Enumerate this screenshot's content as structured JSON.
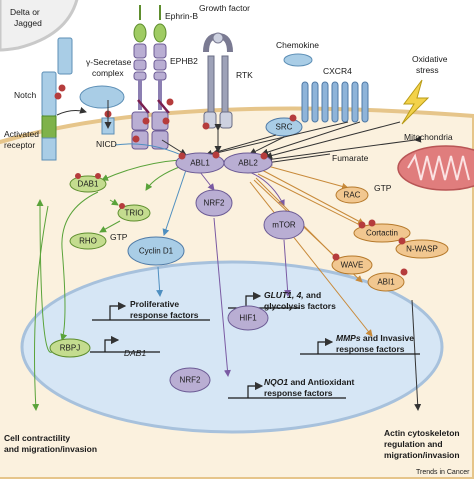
{
  "labels": {
    "delta_jagged": [
      "Delta or",
      "Jagged"
    ],
    "ephrin_b": "Ephrin-B",
    "growth_factor": "Growth factor",
    "chemokine": "Chemokine",
    "cxcr4": "CXCR4",
    "oxidative_stress": [
      "Oxidative",
      "stress"
    ],
    "gamma_secretase": [
      "γ-Secretase",
      "complex"
    ],
    "ephb2": "EPHB2",
    "rtk": "RTK",
    "notch": "Notch",
    "activated_receptor": [
      "Activated",
      "receptor"
    ],
    "nicd": "NICD",
    "src": "SRC",
    "mitochondria": "Mitochondria",
    "fumarate": "Fumarate",
    "gtp_rac": "GTP",
    "gtp_rho": "GTP",
    "cell_contractility": [
      "Cell contractility",
      "and migration/invasion"
    ],
    "actin": [
      "Actin cytoskeleton",
      "regulation and",
      "migration/invasion"
    ],
    "dab1_text": "DAB1",
    "proliferative": [
      "Proliferative",
      "response factors"
    ],
    "glut1_a": "GLUT1, 4,",
    "glut1_b": " and",
    "glycolysis": "glycolysis factors",
    "mmps_a": "MMPs",
    "mmps_b": " and Invasive",
    "mmps_c": "response factors",
    "nqo1_a": "NQO1",
    "nqo1_b": " and Antioxidant",
    "nqo1_c": "response factors",
    "credit": "Trends in Cancer"
  },
  "nodes": {
    "abl1": "ABL1",
    "abl2": "ABL2",
    "dab1": "DAB1",
    "trio": "TRIO",
    "rho": "RHO",
    "cyclin_d1": "Cyclin D1",
    "nrf2_top": "NRF2",
    "mtor": "mTOR",
    "rac": "RAC",
    "cortactin": "Cortactin",
    "nwasp": "N-WASP",
    "wave": "WAVE",
    "abi1": "ABI1",
    "hif1": "HIF1",
    "rbpj": "RBPJ",
    "nrf2_nuc": "NRF2"
  },
  "colors": {
    "cytoplasm": "#fbf1de",
    "membrane": "#e6c58a",
    "nucleus": "#d6e6f5",
    "nucleus_border": "#a7c1dc",
    "protein_purple": "#b9aed3",
    "protein_green": "#c4dc8f",
    "protein_orange": "#f1c790",
    "protein_blue": "#a9cde6",
    "phospho": "#b53c3c",
    "mito": "#e07d7d"
  }
}
